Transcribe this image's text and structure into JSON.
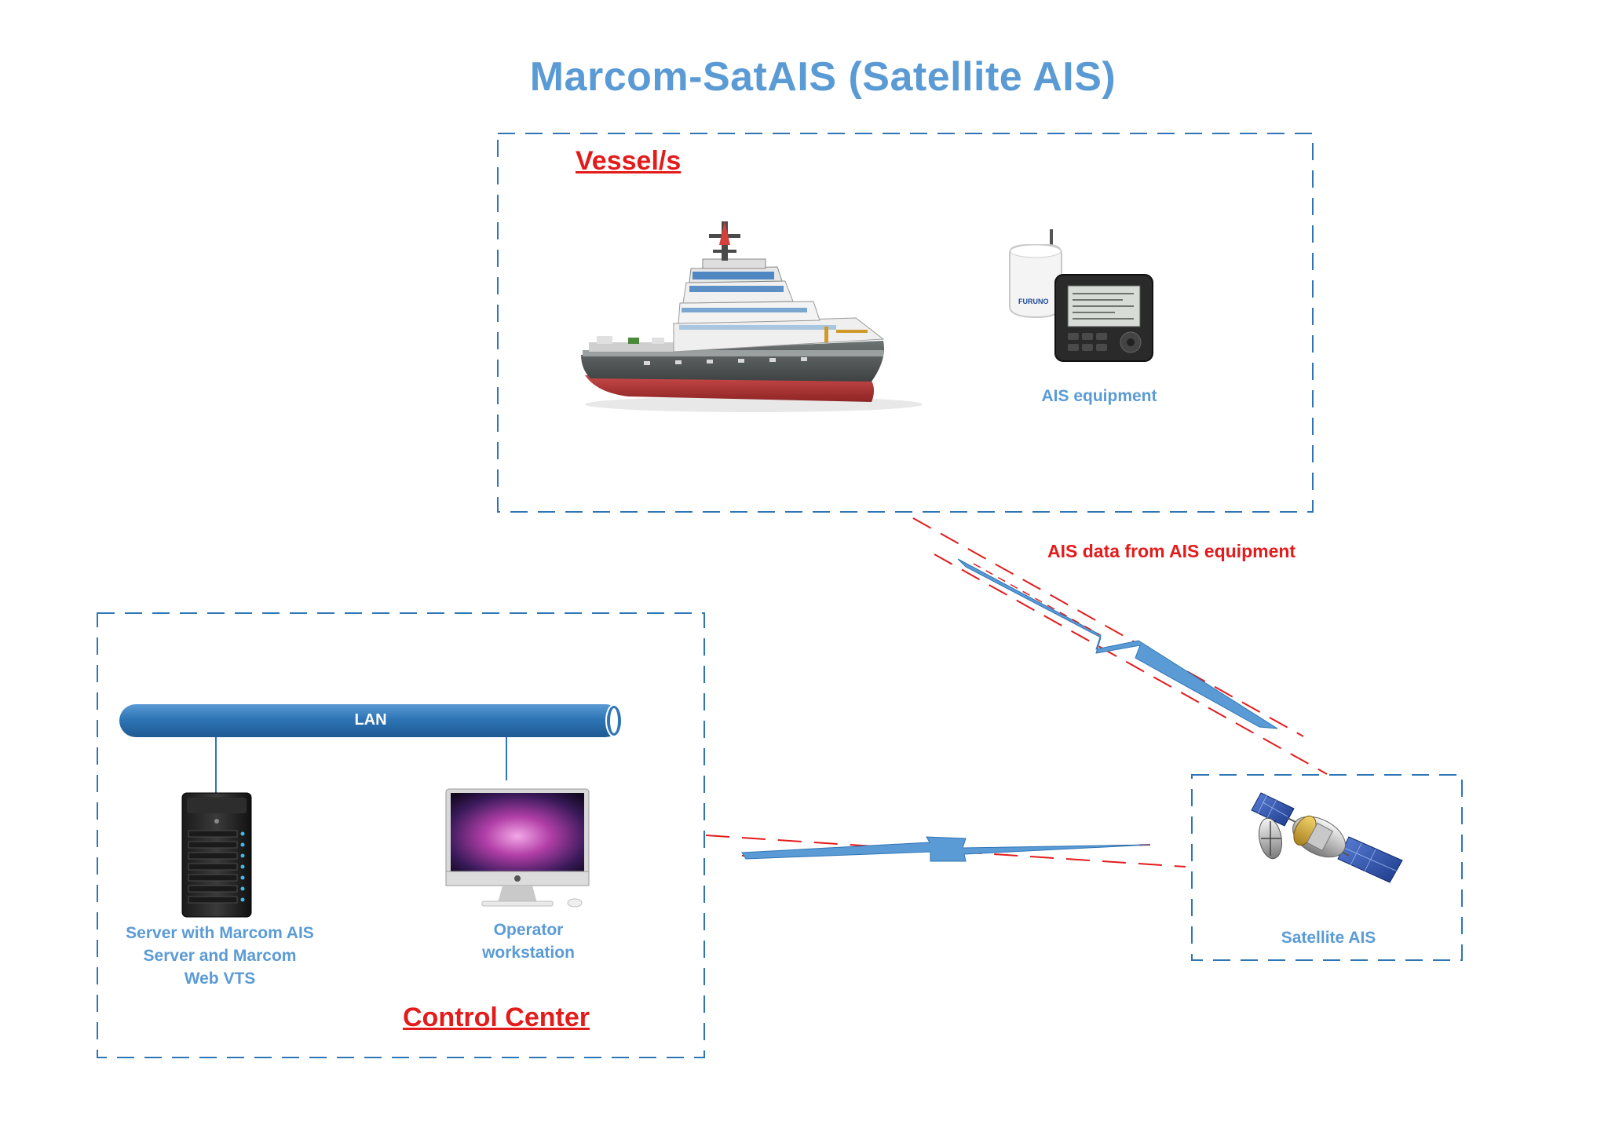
{
  "title": "Marcom-SatAIS (Satellite AIS)",
  "vessel_section": {
    "label": "Vessel/s",
    "equipment_caption": "AIS equipment"
  },
  "link_label": "AIS data from AIS equipment",
  "control_center": {
    "label": "Control Center",
    "lan_label": "LAN",
    "server_caption": [
      "Server with Marcom AIS",
      "Server and Marcom",
      "Web VTS"
    ],
    "workstation_caption": [
      "Operator",
      "workstation"
    ]
  },
  "satellite": {
    "caption": "Satellite AIS"
  },
  "colors": {
    "title": "#5b9bd5",
    "section_label": "#e31b1b",
    "dashed_border": "#2e75b6",
    "radio_link_fill": "#5b9bd5",
    "radio_link_dash": "#e31b1b"
  },
  "device_text": {
    "ais_unit_brand": "FURUNO"
  }
}
